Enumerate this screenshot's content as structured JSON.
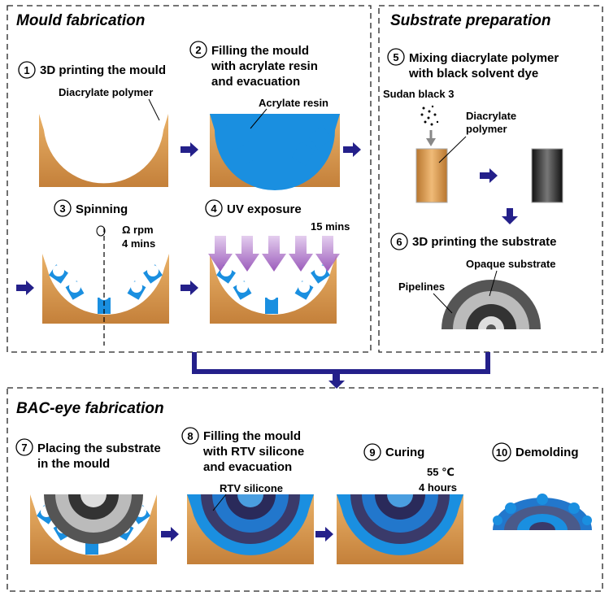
{
  "sections": {
    "mould": "Mould fabrication",
    "substrate": "Substrate preparation",
    "bac": "BAC-eye fabrication"
  },
  "steps": [
    {
      "num": "1",
      "lines": [
        "3D printing the mould"
      ]
    },
    {
      "num": "2",
      "lines": [
        "Filling the mould",
        "with acrylate resin",
        "and evacuation"
      ]
    },
    {
      "num": "3",
      "lines": [
        "Spinning"
      ]
    },
    {
      "num": "4",
      "lines": [
        "UV exposure"
      ]
    },
    {
      "num": "5",
      "lines": [
        "Mixing  diacrylate polymer",
        "with black solvent dye"
      ]
    },
    {
      "num": "6",
      "lines": [
        "3D printing the substrate"
      ]
    },
    {
      "num": "7",
      "lines": [
        "Placing the substrate",
        "in the mould"
      ]
    },
    {
      "num": "8",
      "lines": [
        "Filling the mould",
        "with RTV silicone",
        "and evacuation"
      ]
    },
    {
      "num": "9",
      "lines": [
        "Curing"
      ]
    },
    {
      "num": "10",
      "lines": [
        "Demolding"
      ]
    }
  ],
  "labels": {
    "diacrylate_polymer": "Diacrylate polymer",
    "acrylate_resin": "Acrylate resin",
    "omega_rpm": "Ω rpm",
    "four_mins": "4 mins",
    "fifteen_mins": "15 mins",
    "sudan": "Sudan black 3",
    "diacrylate_polymer_line1": "Diacrylate",
    "diacrylate_polymer_line2": "polymer",
    "opaque_substrate": "Opaque substrate",
    "pipelines": "Pipelines",
    "rtv_silicone": "RTV silicone",
    "temperature": "55 ℃",
    "hours": "4 hours"
  },
  "colors": {
    "mould_orange": "#d89a4c",
    "resin_blue": "#1a8fe0",
    "arrow_navy": "#24208a",
    "uv_purple": "#a066c0",
    "silicone_blue": "#2277cc"
  }
}
